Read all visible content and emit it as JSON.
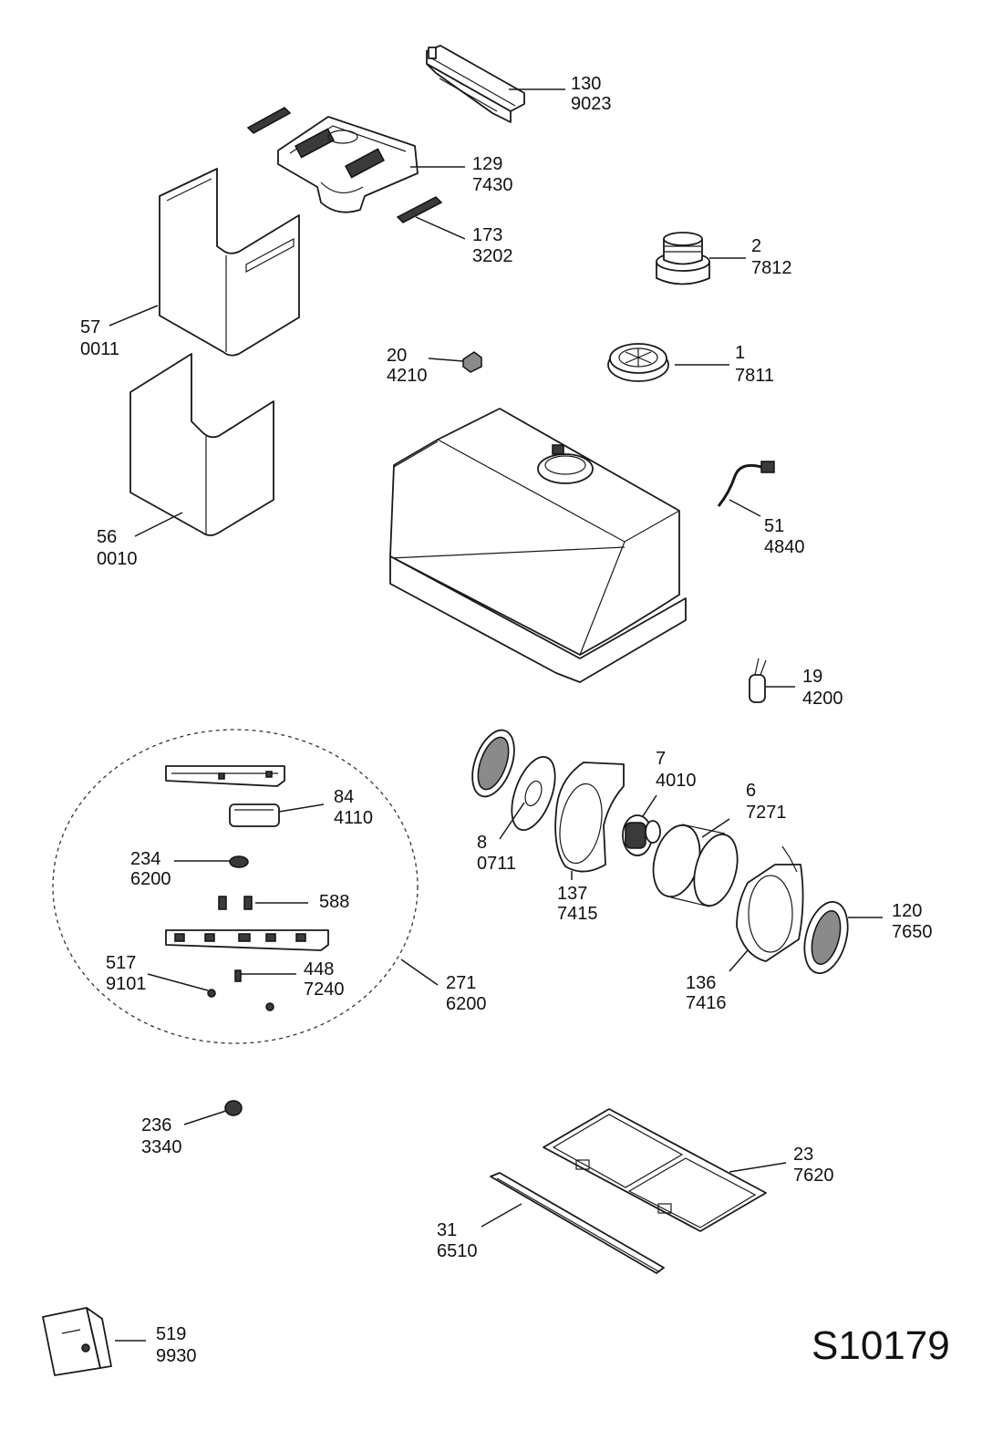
{
  "drawing_number": "S10179",
  "callouts": [
    {
      "id": "c130",
      "number": "130",
      "code": "9023"
    },
    {
      "id": "c129",
      "number": "129",
      "code": "7430"
    },
    {
      "id": "c173",
      "number": "173",
      "code": "3202"
    },
    {
      "id": "c2",
      "number": "2",
      "code": "7812"
    },
    {
      "id": "c57",
      "number": "57",
      "code": "0011"
    },
    {
      "id": "c20",
      "number": "20",
      "code": "4210"
    },
    {
      "id": "c1",
      "number": "1",
      "code": "7811"
    },
    {
      "id": "c56",
      "number": "56",
      "code": "0010"
    },
    {
      "id": "c51",
      "number": "51",
      "code": "4840"
    },
    {
      "id": "c19",
      "number": "19",
      "code": "4200"
    },
    {
      "id": "c7",
      "number": "7",
      "code": "4010"
    },
    {
      "id": "c6",
      "number": "6",
      "code": "7271"
    },
    {
      "id": "c84",
      "number": "84",
      "code": "4110"
    },
    {
      "id": "c8",
      "number": "8",
      "code": "0711"
    },
    {
      "id": "c234",
      "number": "234",
      "code": "6200"
    },
    {
      "id": "c137",
      "number": "137",
      "code": "7415"
    },
    {
      "id": "c588",
      "number": "588",
      "code": ""
    },
    {
      "id": "c120",
      "number": "120",
      "code": "7650"
    },
    {
      "id": "c517",
      "number": "517",
      "code": "9101"
    },
    {
      "id": "c448",
      "number": "448",
      "code": "7240"
    },
    {
      "id": "c271",
      "number": "271",
      "code": "6200"
    },
    {
      "id": "c136",
      "number": "136",
      "code": "7416"
    },
    {
      "id": "c236",
      "number": "236",
      "code": "3340"
    },
    {
      "id": "c23",
      "number": "23",
      "code": "7620"
    },
    {
      "id": "c31",
      "number": "31",
      "code": "6510"
    },
    {
      "id": "c519",
      "number": "519",
      "code": "9930"
    }
  ]
}
